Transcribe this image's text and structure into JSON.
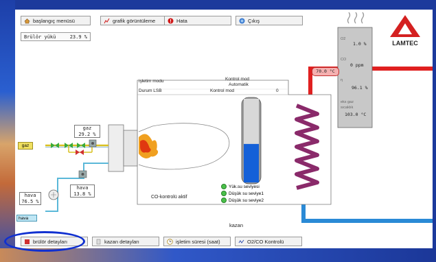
{
  "toolbar": {
    "home_label": "başlangıç menüsü",
    "graph_label": "grafik görüntüleme",
    "error_label": "Hata",
    "exit_label": "Çıkış"
  },
  "burner_load": {
    "label": "Brülör yükü",
    "value": "23.9 %"
  },
  "brand": {
    "name": "LAMTEC",
    "color": "#d42020"
  },
  "status": {
    "mode_label": "işletim modu",
    "mode_value": "Kontrol mod",
    "mode_sub": "Automatik",
    "lsb_label": "Durum LSB",
    "lsb_value": "Kontrol mod",
    "lsb_code": "0"
  },
  "stack": {
    "o2_label": "O2",
    "o2_value": "1.0 %",
    "co_label": "CO",
    "co_value": "0 ppm",
    "eff_label": "η",
    "eff_value": "96.1 %",
    "flue_label": "eks gaz",
    "flue_sub": "sıcaklık",
    "flue_value": "103.0 °C"
  },
  "water_temp": "70.0 °C",
  "gas": {
    "line_label": "gaz",
    "meter_label": "gaz",
    "meter_value": "29.2 %"
  },
  "air": {
    "meter_label": "hava",
    "meter_value": "13.8 %",
    "inlet_label": "hava",
    "inlet_value": "76.5 %",
    "tag_label": "hava"
  },
  "water_levels": {
    "items": [
      "Yük.su seviyesi",
      "Düşük su seviye1",
      "Düşük su seviye2"
    ],
    "level_fraction": 0.46
  },
  "co_control": "CO-kontrolü aktif",
  "boiler_label": "kazan",
  "bottom": {
    "burner_details": "brülör detayları",
    "boiler_details": "kazan detayları",
    "runtime": "işletim süresi (saat)",
    "o2co_control": "O2/CO Kontrolü"
  },
  "colors": {
    "hot_pipe": "#e02020",
    "cold_pipe": "#2a8ad6",
    "water": "#1460d8",
    "highlight": "#1030d0"
  }
}
